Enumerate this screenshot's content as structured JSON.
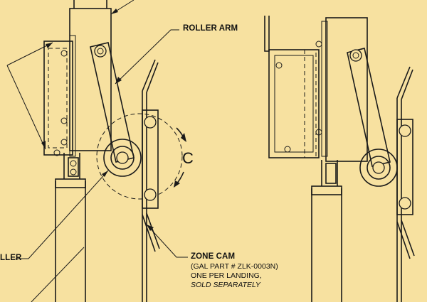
{
  "labels": {
    "roller_arm": "ROLLER ARM",
    "roller_partial": "LLER",
    "zone_cam": "ZONE CAM",
    "part_number": "(GAL PART # ZLK-0003N)",
    "per_landing": "ONE PER LANDING,",
    "sold_separately": "SOLD SEPARATELY",
    "rotation_marker": "C"
  },
  "colors": {
    "background": "#f7e1a0",
    "line": "#1a1a1a"
  }
}
